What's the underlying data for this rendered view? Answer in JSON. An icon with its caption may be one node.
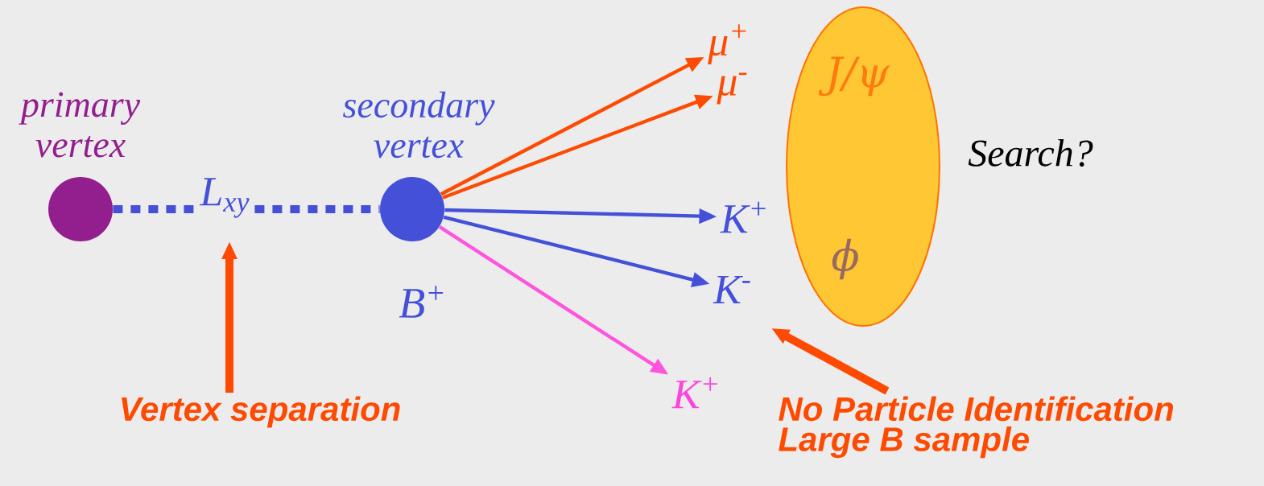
{
  "diagram": {
    "nodes": [
      {
        "text": [],
        "shape": "circle",
        "beside": [
          "primary vertex"
        ]
      },
      {
        "text": [],
        "shape": "circle",
        "beside": [
          "secondary vertex",
          "B$^{+}$"
        ]
      },
      {
        "text": [
          "μ$^{+}$"
        ]
      },
      {
        "text": [
          "μ$^{-}$"
        ]
      },
      {
        "text": [
          "K$^{+}$"
        ]
      },
      {
        "text": [
          "K$^{-}$"
        ]
      },
      {
        "text": [
          "K$^{+}$"
        ]
      },
      {
        "text": [
          "J/ψ",
          "ϕ"
        ]
      },
      {
        "text": [
          "Vertex separation"
        ]
      },
      {
        "text": [
          "No Particle Identification",
          "Large B sample"
        ]
      }
    ],
    "edges": [
      {
        "from": 0,
        "to": 1,
        "arrow": "none",
        "style": "dashed",
        "label": "L$_{xy}$",
        "color": "#4450d8"
      },
      {
        "from": 1,
        "to": 2,
        "arrow": "to",
        "color": "#ff4a00"
      },
      {
        "from": 1,
        "to": 3,
        "arrow": "to",
        "color": "#ff4a00"
      },
      {
        "from": 1,
        "to": 4,
        "arrow": "to",
        "color": "#4450d8"
      },
      {
        "from": 1,
        "to": 5,
        "arrow": "to",
        "color": "#4450d8"
      },
      {
        "from": 1,
        "to": 6,
        "arrow": "to",
        "color": "#ff55dd"
      },
      {
        "from": 8,
        "to": null,
        "arrow": "to",
        "style": "thick",
        "color": "#ff4a00"
      },
      {
        "from": 9,
        "to": null,
        "arrow": "to",
        "style": "thick",
        "color": "#ff4a00"
      }
    ],
    "labels": [
      "Search?"
    ]
  }
}
